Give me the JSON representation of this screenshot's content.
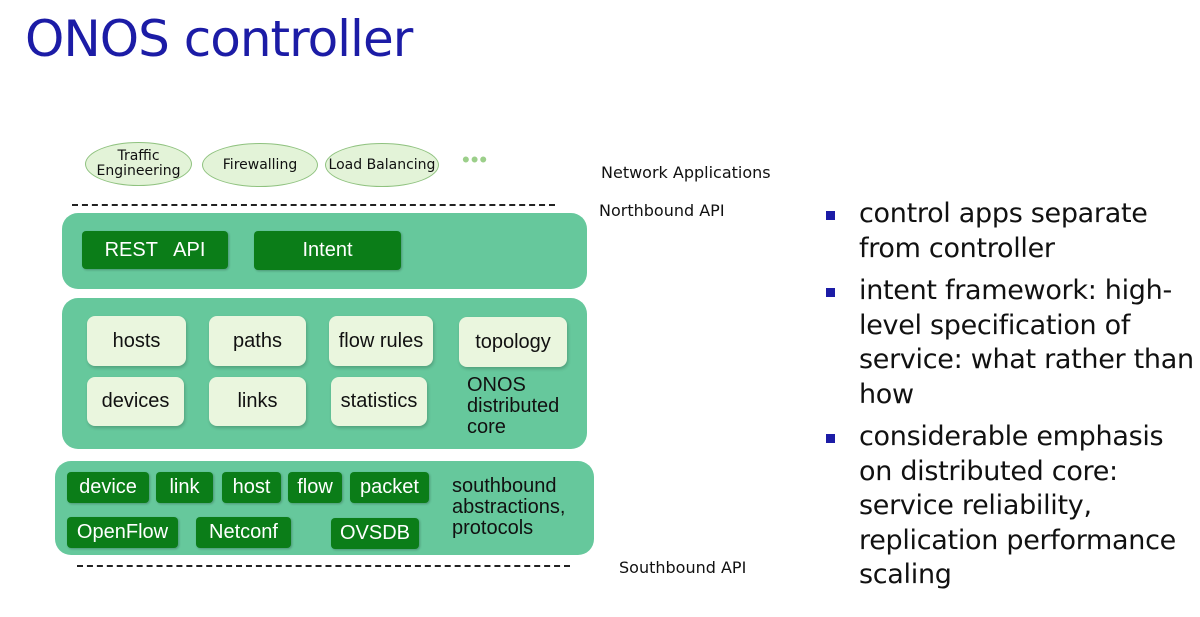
{
  "title": "ONOS controller",
  "apps": [
    "Traffic Engineering",
    "Firewalling",
    "Load Balancing"
  ],
  "apps_more": "•••",
  "labels": {
    "network_applications": "Network Applications",
    "northbound": "Northbound API",
    "southbound": "Southbound API"
  },
  "northbound_layer": {
    "rest": "REST   API",
    "intent": "Intent"
  },
  "core": {
    "items": [
      "hosts",
      "paths",
      "flow rules",
      "topology",
      "devices",
      "links",
      "statistics"
    ],
    "caption": [
      "ONOS",
      "distributed",
      "core"
    ]
  },
  "southbound_layer": {
    "abstractions": [
      "device",
      "link",
      "host",
      "flow",
      "packet"
    ],
    "protocols": [
      "OpenFlow",
      "Netconf",
      "OVSDB"
    ],
    "caption": [
      "southbound",
      "abstractions,",
      "protocols"
    ]
  },
  "bullets": [
    "control apps separate from controller",
    "intent framework: high-level specification of service: what rather than how",
    "considerable emphasis on distributed core: service reliability, replication performance scaling"
  ],
  "colors": {
    "title": "#1c1ca6",
    "panel": "#66c89c",
    "dark_box": "#0b7d18",
    "light_box": "#eaf6de"
  }
}
